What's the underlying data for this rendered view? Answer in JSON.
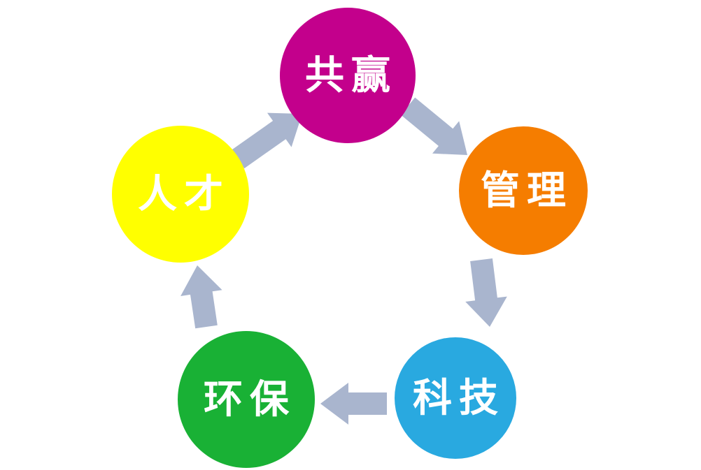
{
  "diagram": {
    "type": "cycle",
    "background_color": "#ffffff",
    "arrow_color": "#a9b5ce",
    "label_color": "#ffffff",
    "nodes": [
      {
        "id": "win-win",
        "label": "共赢",
        "color": "#c3008c",
        "position": "top"
      },
      {
        "id": "management",
        "label": "管理",
        "color": "#f57d00",
        "position": "upper-right"
      },
      {
        "id": "technology",
        "label": "科技",
        "color": "#29a9e0",
        "position": "lower-right"
      },
      {
        "id": "environment",
        "label": "环保",
        "color": "#19b135",
        "position": "lower-left"
      },
      {
        "id": "talent",
        "label": "人才",
        "color": "#ffff00",
        "position": "upper-left"
      }
    ],
    "edges": [
      {
        "from": "共赢",
        "to": "管理"
      },
      {
        "from": "管理",
        "to": "科技"
      },
      {
        "from": "科技",
        "to": "环保"
      },
      {
        "from": "环保",
        "to": "人才"
      },
      {
        "from": "人才",
        "to": "共赢"
      }
    ]
  }
}
